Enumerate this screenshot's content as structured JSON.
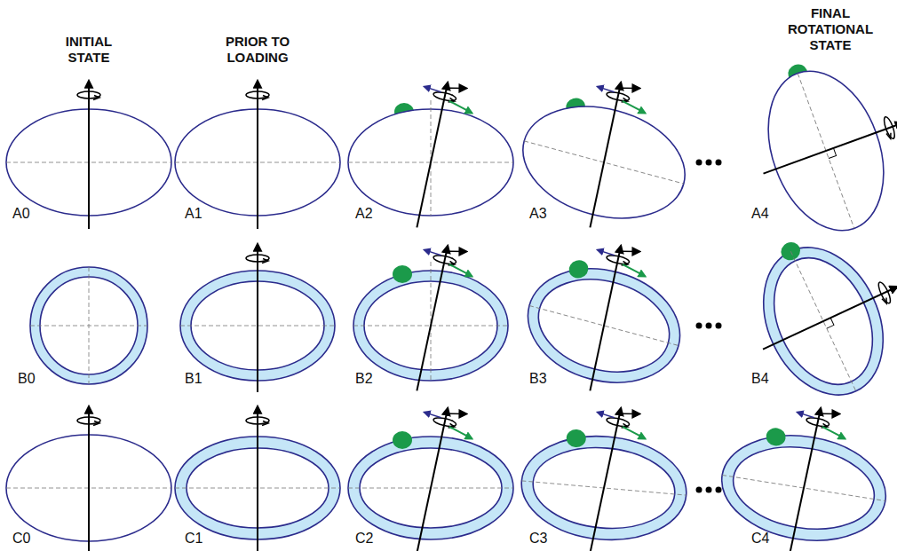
{
  "diagram": {
    "labels": [
      "INITIAL STATE",
      "PRIOR TO LOADING",
      "FINAL ROTATIONAL STATE",
      "A0",
      "A1",
      "A2",
      "A3",
      "A4",
      "B0",
      "B1",
      "B2",
      "B3",
      "B4",
      "C0",
      "C1",
      "C2",
      "C3",
      "C4"
    ]
  }
}
